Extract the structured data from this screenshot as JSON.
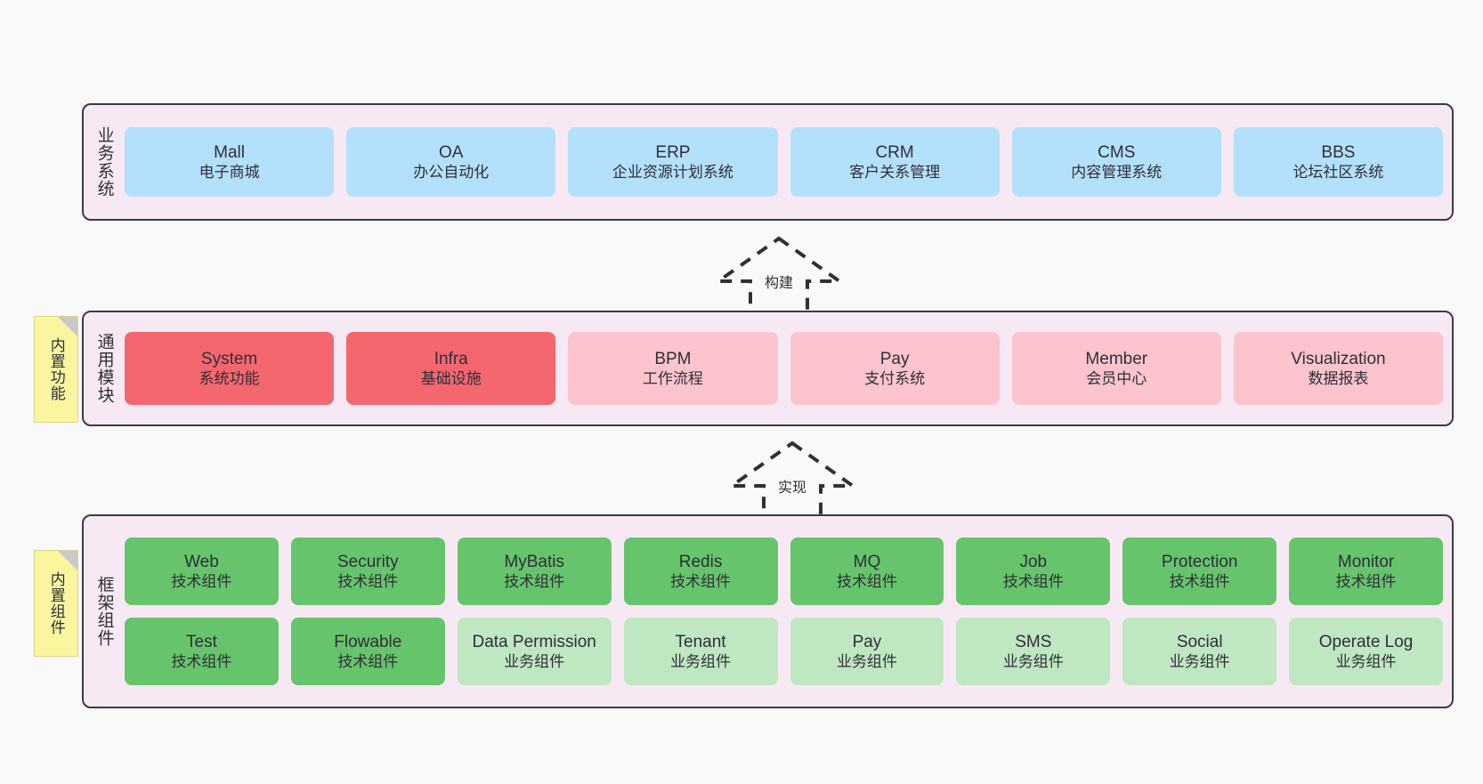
{
  "diagram": {
    "layers": [
      {
        "id": "business-systems",
        "title": "业务系统",
        "rows": [
          [
            {
              "en": "Mall",
              "cn": "电子商城",
              "color": "#b3e0fb"
            },
            {
              "en": "OA",
              "cn": "办公自动化",
              "color": "#b3e0fb"
            },
            {
              "en": "ERP",
              "cn": "企业资源计划系统",
              "color": "#b3e0fb"
            },
            {
              "en": "CRM",
              "cn": "客户关系管理",
              "color": "#b3e0fb"
            },
            {
              "en": "CMS",
              "cn": "内容管理系统",
              "color": "#b3e0fb"
            },
            {
              "en": "BBS",
              "cn": "论坛社区系统",
              "color": "#b3e0fb"
            }
          ]
        ]
      },
      {
        "id": "common-modules",
        "title": "通用模块",
        "note": "内置功能",
        "rows": [
          [
            {
              "en": "System",
              "cn": "系统功能",
              "color": "#f4676f"
            },
            {
              "en": "Infra",
              "cn": "基础设施",
              "color": "#f4676f"
            },
            {
              "en": "BPM",
              "cn": "工作流程",
              "color": "#fcc4cd"
            },
            {
              "en": "Pay",
              "cn": "支付系统",
              "color": "#fcc4cd"
            },
            {
              "en": "Member",
              "cn": "会员中心",
              "color": "#fcc4cd"
            },
            {
              "en": "Visualization",
              "cn": "数据报表",
              "color": "#fcc4cd"
            }
          ]
        ]
      },
      {
        "id": "framework-components",
        "title": "框架组件",
        "note": "内置组件",
        "rows": [
          [
            {
              "en": "Web",
              "cn": "技术组件",
              "color": "#66c46c"
            },
            {
              "en": "Security",
              "cn": "技术组件",
              "color": "#66c46c"
            },
            {
              "en": "MyBatis",
              "cn": "技术组件",
              "color": "#66c46c"
            },
            {
              "en": "Redis",
              "cn": "技术组件",
              "color": "#66c46c"
            },
            {
              "en": "MQ",
              "cn": "技术组件",
              "color": "#66c46c"
            },
            {
              "en": "Job",
              "cn": "技术组件",
              "color": "#66c46c"
            },
            {
              "en": "Protection",
              "cn": "技术组件",
              "color": "#66c46c"
            },
            {
              "en": "Monitor",
              "cn": "技术组件",
              "color": "#66c46c"
            }
          ],
          [
            {
              "en": "Test",
              "cn": "技术组件",
              "color": "#66c46c"
            },
            {
              "en": "Flowable",
              "cn": "技术组件",
              "color": "#66c46c"
            },
            {
              "en": "Data Permission",
              "cn": "业务组件",
              "color": "#bfe7c2"
            },
            {
              "en": "Tenant",
              "cn": "业务组件",
              "color": "#bfe7c2"
            },
            {
              "en": "Pay",
              "cn": "业务组件",
              "color": "#bfe7c2"
            },
            {
              "en": "SMS",
              "cn": "业务组件",
              "color": "#bfe7c2"
            },
            {
              "en": "Social",
              "cn": "业务组件",
              "color": "#bfe7c2"
            },
            {
              "en": "Operate Log",
              "cn": "业务组件",
              "color": "#bfe7c2"
            }
          ]
        ]
      }
    ],
    "connectors": [
      {
        "id": "build",
        "label": "构建"
      },
      {
        "id": "implement",
        "label": "实现"
      }
    ],
    "colors": {
      "layer_background": "#f7e9f4",
      "layer_border": "#3a3a46",
      "note_background": "#faf6a0",
      "note_fold": "#c9c9c9",
      "page_background": "#f9f9f9",
      "business": "#b3e0fb",
      "module_primary": "#f4676f",
      "module_secondary": "#fcc4cd",
      "component_tech": "#66c46c",
      "component_business": "#bfe7c2"
    }
  }
}
